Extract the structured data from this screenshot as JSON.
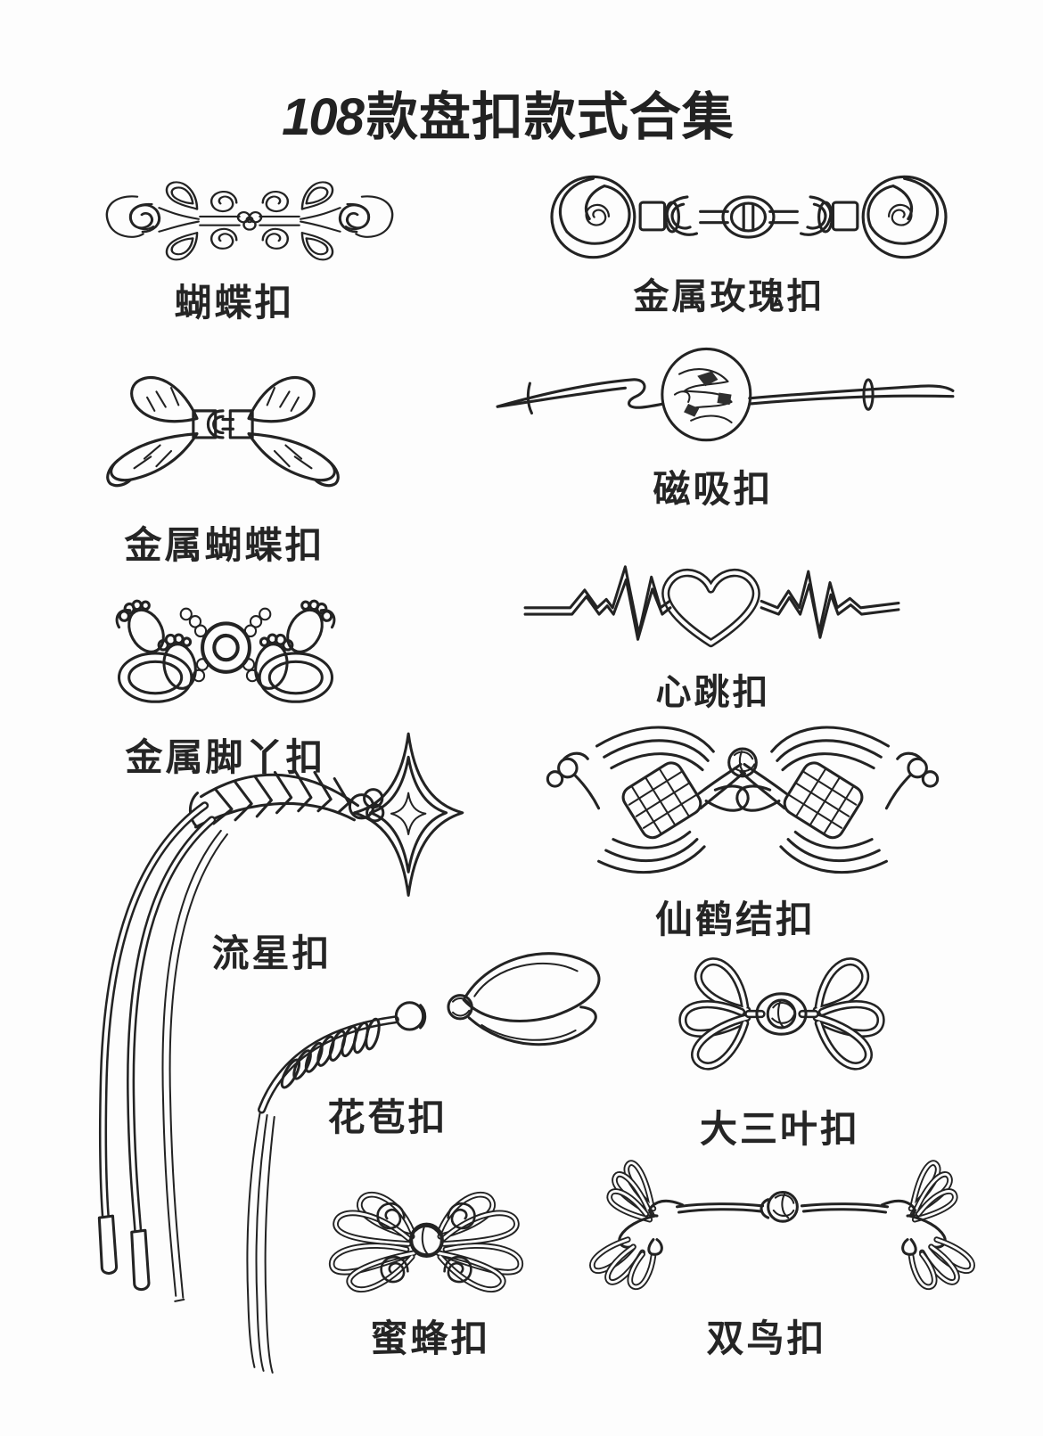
{
  "page": {
    "background": "#fdfdfd",
    "ink": "#232323",
    "title_number": "108",
    "title_text": "款盘扣款式合集",
    "title_full": "108款盘扣款式合集"
  },
  "buttons": [
    {
      "label": "蝴蝶扣",
      "illustration": "butterfly-knot-line-art"
    },
    {
      "label": "金属玫瑰扣",
      "illustration": "metal-rose-clasp-line-art"
    },
    {
      "label": "金属蝴蝶扣",
      "illustration": "metal-butterfly-bow-line-art"
    },
    {
      "label": "磁吸扣",
      "illustration": "magnetic-clasp-line-art"
    },
    {
      "label": "金属脚丫扣",
      "illustration": "metal-feet-clasp-line-art"
    },
    {
      "label": "心跳扣",
      "illustration": "heartbeat-ekg-heart-line-art"
    },
    {
      "label": "流星扣",
      "illustration": "meteor-star-tassel-line-art"
    },
    {
      "label": "仙鹤结扣",
      "illustration": "crane-knot-line-art"
    },
    {
      "label": "花苞扣",
      "illustration": "flower-bud-knot-line-art"
    },
    {
      "label": "大三叶扣",
      "illustration": "big-three-leaf-knot-line-art"
    },
    {
      "label": "蜜蜂扣",
      "illustration": "bee-knot-line-art"
    },
    {
      "label": "双鸟扣",
      "illustration": "double-bird-knot-line-art"
    }
  ]
}
